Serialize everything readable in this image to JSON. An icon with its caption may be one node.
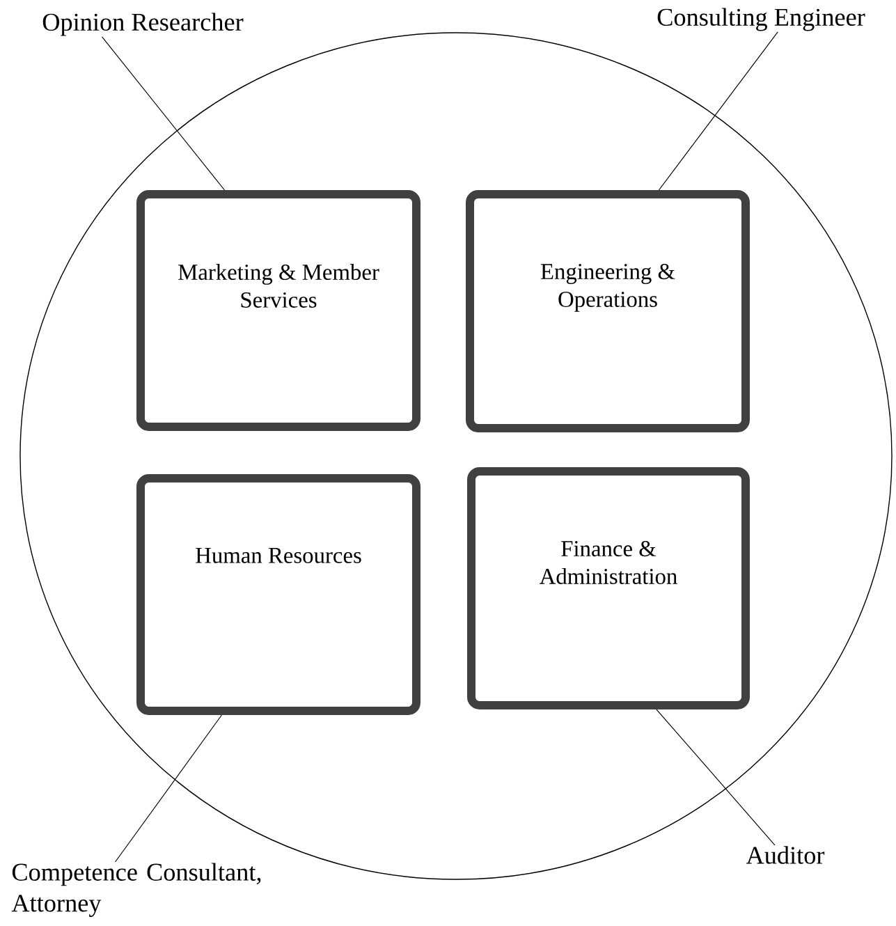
{
  "diagram": {
    "nodes": [
      {
        "text": [
          "Opinion Researcher"
        ]
      },
      {
        "text": [
          "Consulting Engineer"
        ]
      },
      {
        "text": [],
        "shape": "circle"
      },
      {
        "text": [
          "Marketing & Member Services"
        ],
        "in": 2
      },
      {
        "text": [
          "Engineering & Operations"
        ],
        "in": 2
      },
      {
        "text": [
          "Human Resources"
        ],
        "in": 2
      },
      {
        "text": [
          "Finance & Administration"
        ],
        "in": 2
      },
      {
        "text": [
          "Competence Consultant, Attorney"
        ]
      },
      {
        "text": [
          "Auditor"
        ]
      }
    ],
    "edges": [
      {
        "from": 0,
        "to": 3,
        "arrow": "none"
      },
      {
        "from": 1,
        "to": 4,
        "arrow": "none"
      },
      {
        "from": 7,
        "to": 5,
        "arrow": "none"
      },
      {
        "from": 8,
        "to": 6,
        "arrow": "none"
      }
    ]
  }
}
